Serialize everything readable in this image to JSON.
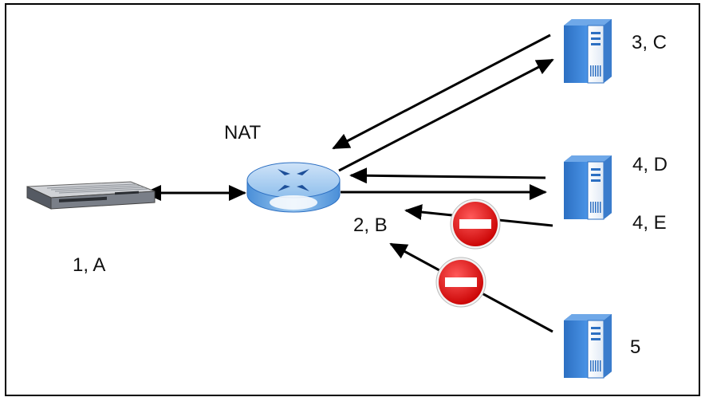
{
  "diagram": {
    "labels": {
      "nat": "NAT",
      "host_a": "1, A",
      "router_b": "2, B",
      "server_c": "3, C",
      "server_d": "4, D",
      "server_e": "4, E",
      "server_5": "5"
    },
    "icons": {
      "host": "network-device-icon",
      "router": "nat-router-icon",
      "server": "server-icon",
      "blocked": "no-entry-icon"
    },
    "colors": {
      "server_blue": "#3a82d8",
      "router_blue": "#7bb1e8",
      "blocked_red": "#e8131a",
      "line": "#000000"
    }
  }
}
